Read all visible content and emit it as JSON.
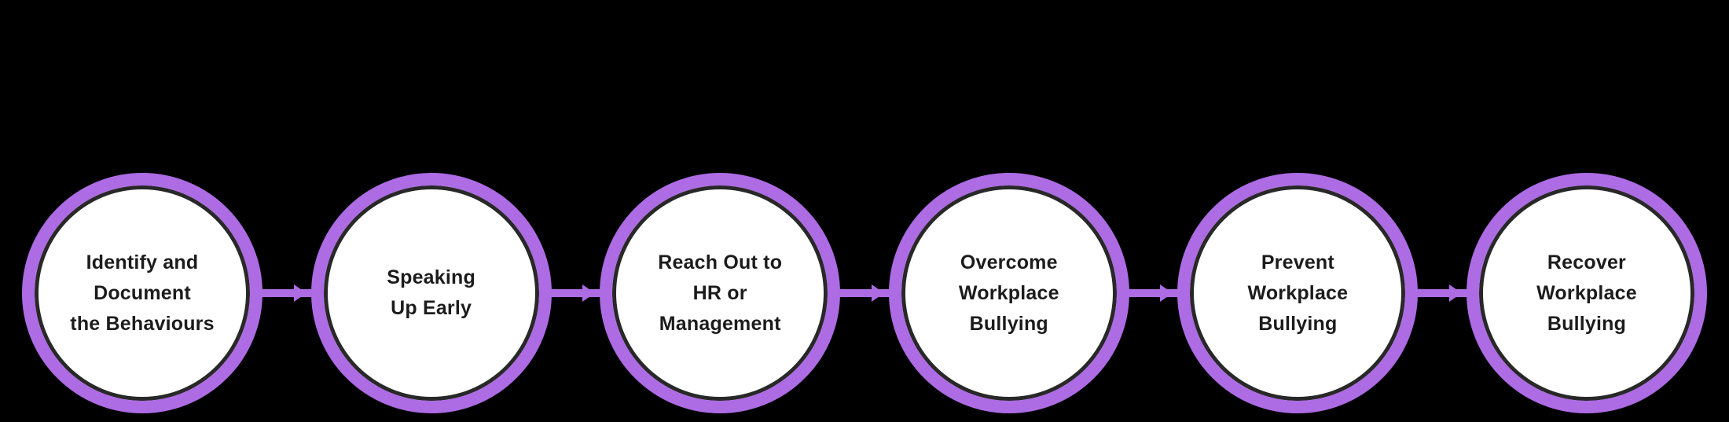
{
  "diagram": {
    "accent_color": "#ad6be4",
    "circle_fill": "#ffffff",
    "text_color": "#1c1c1c",
    "background_color": "#000000",
    "connector_icon": "arrow-right",
    "steps": [
      {
        "text": "Identify and\nDocument\nthe Behaviours"
      },
      {
        "text": "Speaking\nUp Early"
      },
      {
        "text": "Reach Out to\nHR or\nManagement"
      },
      {
        "text": "Overcome\nWorkplace\nBullying"
      },
      {
        "text": "Prevent\nWorkplace\nBullying"
      },
      {
        "text": "Recover\nWorkplace\nBullying"
      }
    ]
  }
}
